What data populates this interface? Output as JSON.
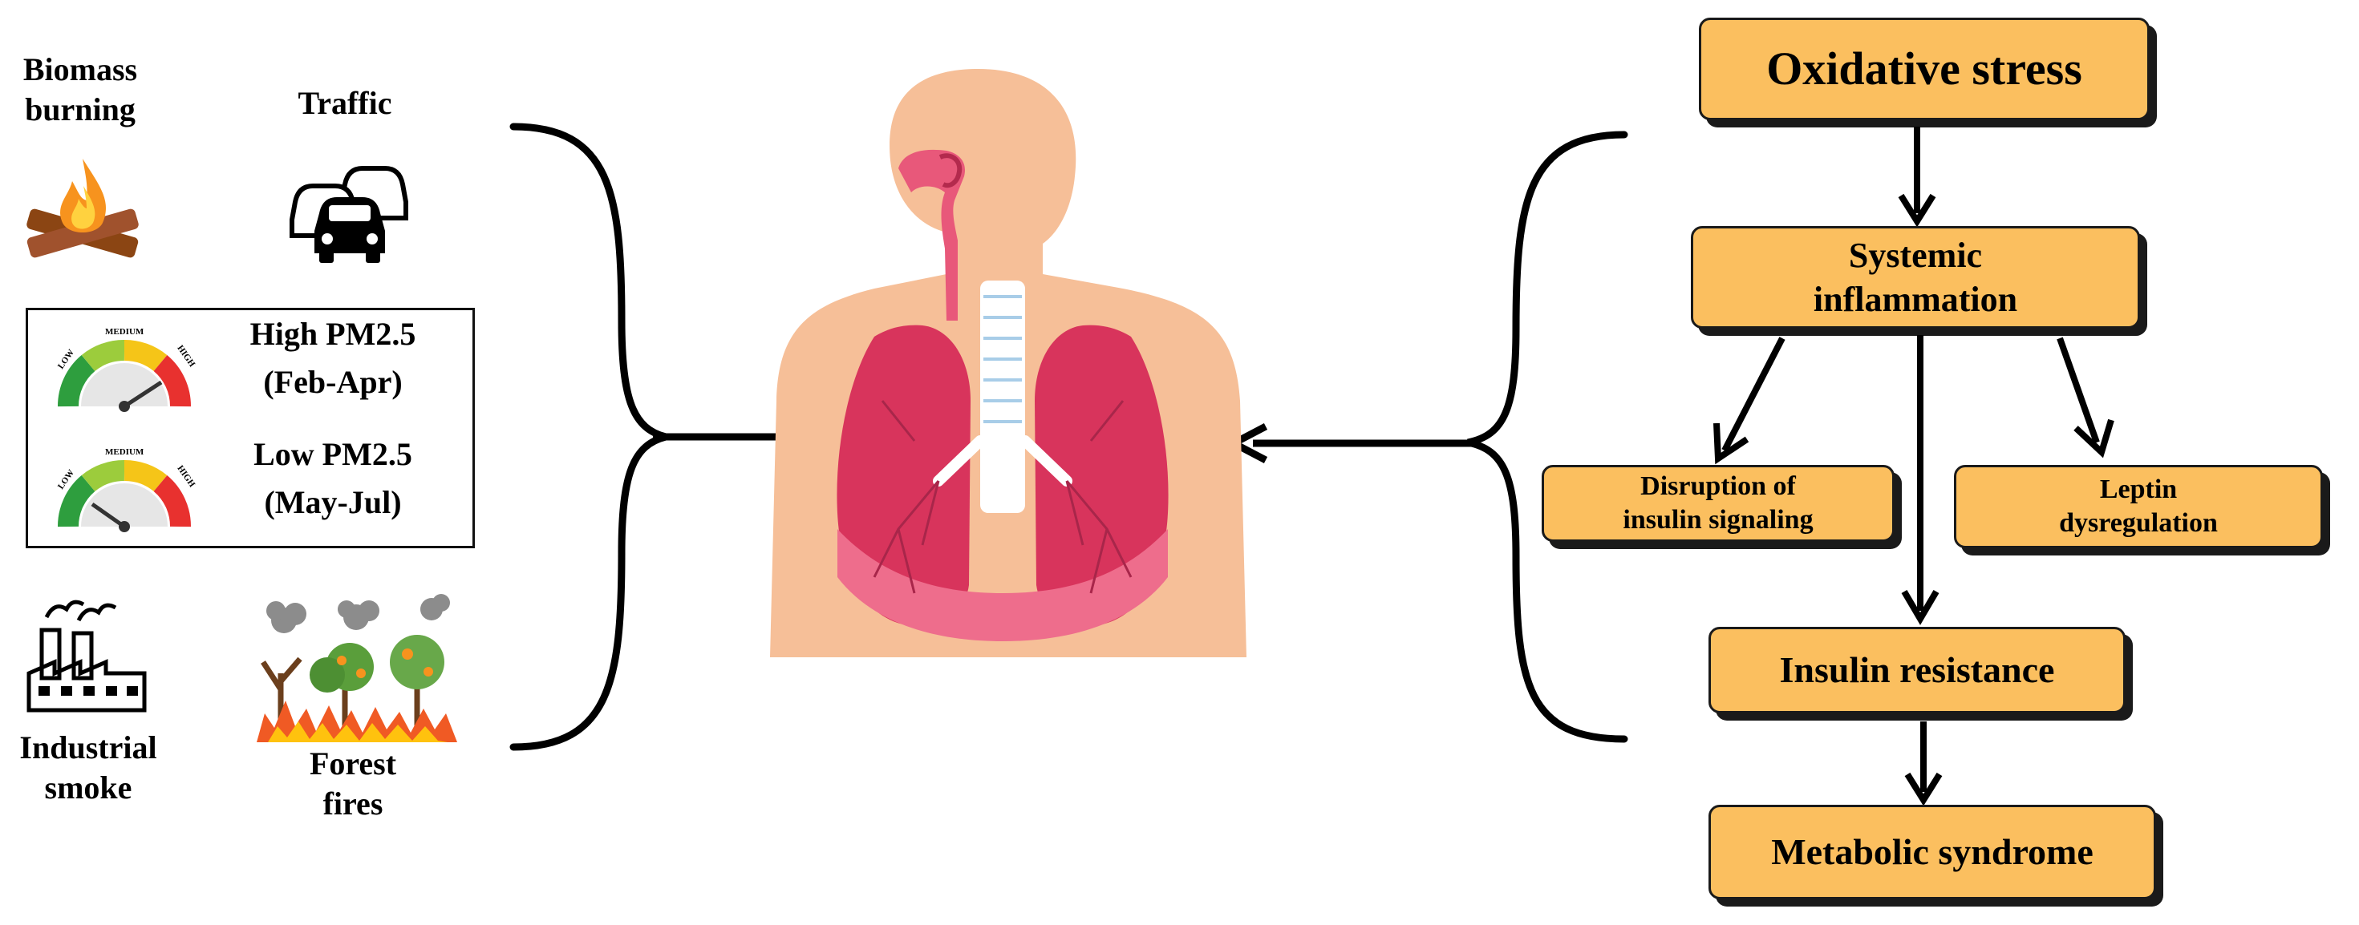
{
  "sources": {
    "biomass": "Biomass\nburning",
    "traffic": "Traffic",
    "industrial": "Industrial\nsmoke",
    "forest": "Forest\nfires"
  },
  "pm_panel": {
    "high_label": "High PM2.5",
    "high_period": "(Feb-Apr)",
    "low_label": "Low PM2.5",
    "low_period": "(May-Jul)",
    "gauge_low": "LOW",
    "gauge_medium": "MEDIUM",
    "gauge_high": "HIGH"
  },
  "flow": {
    "oxidative_stress": "Oxidative stress",
    "systemic_inflammation": "Systemic\ninflammation",
    "disruption_insulin": "Disruption of\ninsulin signaling",
    "leptin": "Leptin\ndysregulation",
    "insulin_resistance": "Insulin resistance",
    "metabolic_syndrome": "Metabolic syndrome"
  },
  "colors": {
    "box_fill": "#fbbf5f",
    "skin": "#f6bf98",
    "lung": "#d8345c",
    "airway": "#e8587a"
  }
}
